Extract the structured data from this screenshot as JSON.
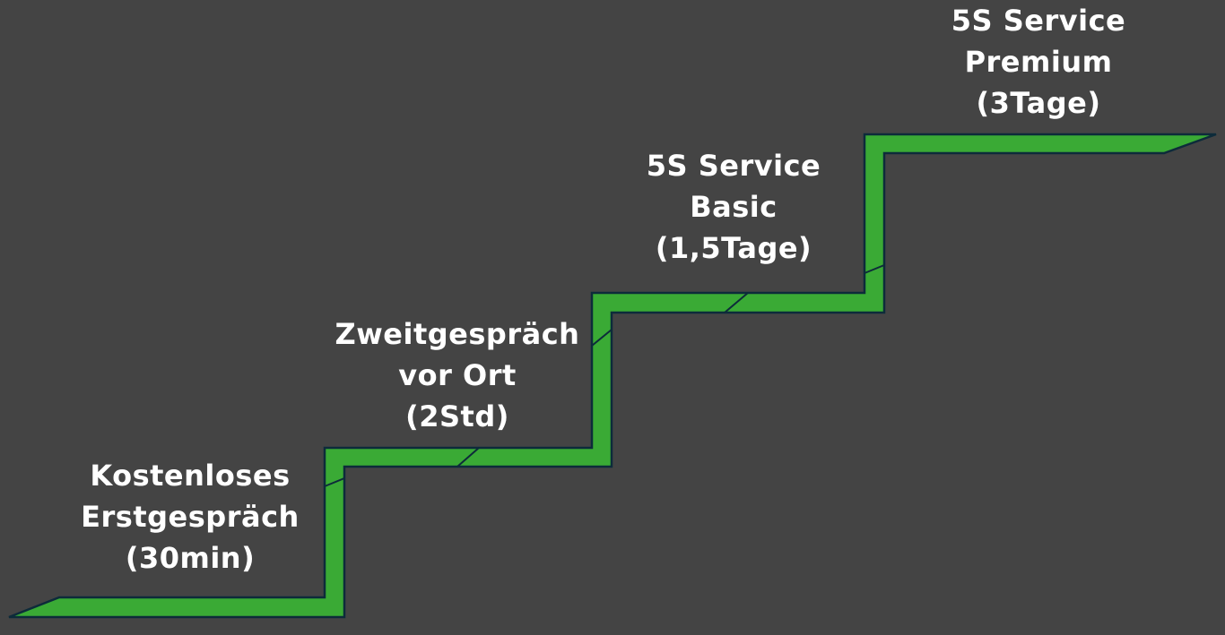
{
  "colors": {
    "background": "#444444",
    "stair_fill": "#3aaa35",
    "stair_outline": "#0d2b3a",
    "text": "#ffffff"
  },
  "steps": [
    {
      "title_line1": "Kostenloses",
      "title_line2": "Erstgespräch",
      "duration": "(30min)"
    },
    {
      "title_line1": "Zweitgespräch",
      "title_line2": "vor Ort",
      "duration": "(2Std)"
    },
    {
      "title_line1": "5S Service",
      "title_line2": "Basic",
      "duration": "(1,5Tage)"
    },
    {
      "title_line1": "5S Service",
      "title_line2": "Premium",
      "duration": "(3Tage)"
    }
  ]
}
